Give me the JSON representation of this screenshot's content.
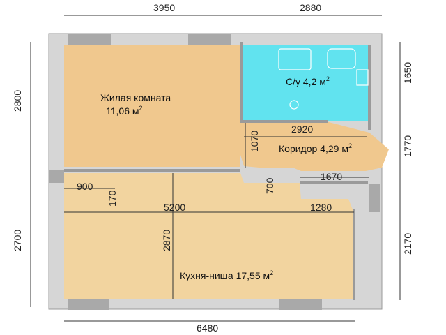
{
  "rooms": [
    {
      "name": "Жилая комната",
      "area": "11,06 м",
      "sup": "2"
    },
    {
      "name": "С/у",
      "area": "4,2 м",
      "sup": "2"
    },
    {
      "name": "Коридор",
      "area": "4,29 м",
      "sup": "2"
    },
    {
      "name": "Кухня-ниша",
      "area": "17,55 м",
      "sup": "2"
    }
  ],
  "dimensions": {
    "top_left": "3950",
    "top_right": "2880",
    "bottom_total": "6480",
    "left_upper": "2800",
    "left_lower": "2700",
    "right_bath": "1650",
    "right_corridor": "1770",
    "right_kitchen": "2170",
    "corridor_width": "2920",
    "corridor_depth": "1070",
    "corridor_inner": "1670",
    "opening_700": "700",
    "kitchen_900": "900",
    "kitchen_170": "170",
    "kitchen_5200": "5200",
    "kitchen_1280": "1280",
    "kitchen_2870": "2870"
  },
  "colors": {
    "living": "#f0c88e",
    "kitchen": "#f2d49f",
    "bath": "#61e3ef",
    "corridor": "#f0c88e",
    "wall": "#cfcfcf",
    "window": "#a9a9a9",
    "dim_line": "#333333"
  }
}
